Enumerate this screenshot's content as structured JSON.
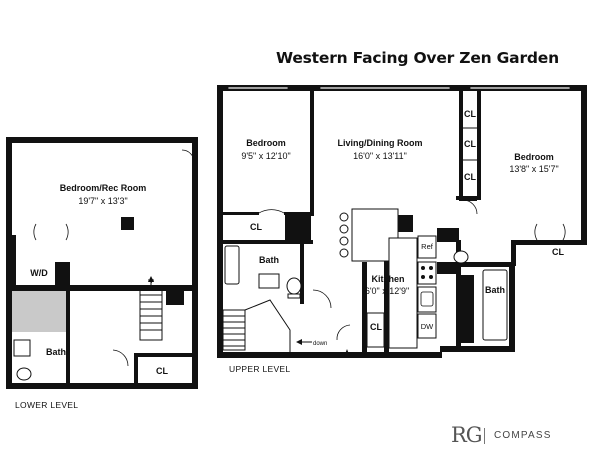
{
  "title": "Western Facing Over Zen Garden",
  "rooms": {
    "bedroom_left": {
      "name": "Bedroom",
      "dims": "9'5\" x 12'10\""
    },
    "living": {
      "name": "Living/Dining Room",
      "dims": "16'0\" x 13'11\""
    },
    "bedroom_right": {
      "name": "Bedroom",
      "dims": "13'8\" x 15'7\""
    },
    "kitchen": {
      "name": "Kitchen",
      "dims": "6'0\" x 12'9\""
    },
    "bath_upper_left": {
      "name": "Bath"
    },
    "bath_upper_right": {
      "name": "Bath"
    },
    "rec_room": {
      "name": "Bedroom/Rec Room",
      "dims": "19'7\" x 13'3\""
    },
    "bath_lower": {
      "name": "Bath"
    }
  },
  "fixtures": {
    "cl": "CL",
    "wd": "W/D",
    "ref": "Ref",
    "dw": "DW",
    "up": "up",
    "down": "down"
  },
  "levels": {
    "upper": "UPPER LEVEL",
    "lower": "LOWER LEVEL"
  },
  "brand": {
    "logo": "RG",
    "company": "COMPASS"
  }
}
